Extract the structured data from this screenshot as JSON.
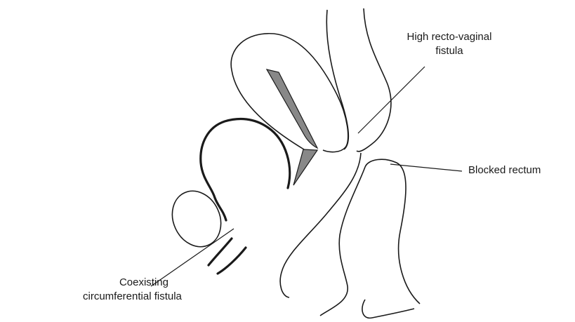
{
  "labels": {
    "high_fistula": {
      "line1": "High recto-vaginal",
      "line2": "fistula"
    },
    "blocked_rectum": "Blocked rectum",
    "coexisting_fistula": {
      "line1": "Coexisting",
      "line2": "circumferential fistula"
    }
  },
  "colors": {
    "stroke": "#1a1a1a",
    "fill_shade": "#888888",
    "background": "#ffffff"
  }
}
